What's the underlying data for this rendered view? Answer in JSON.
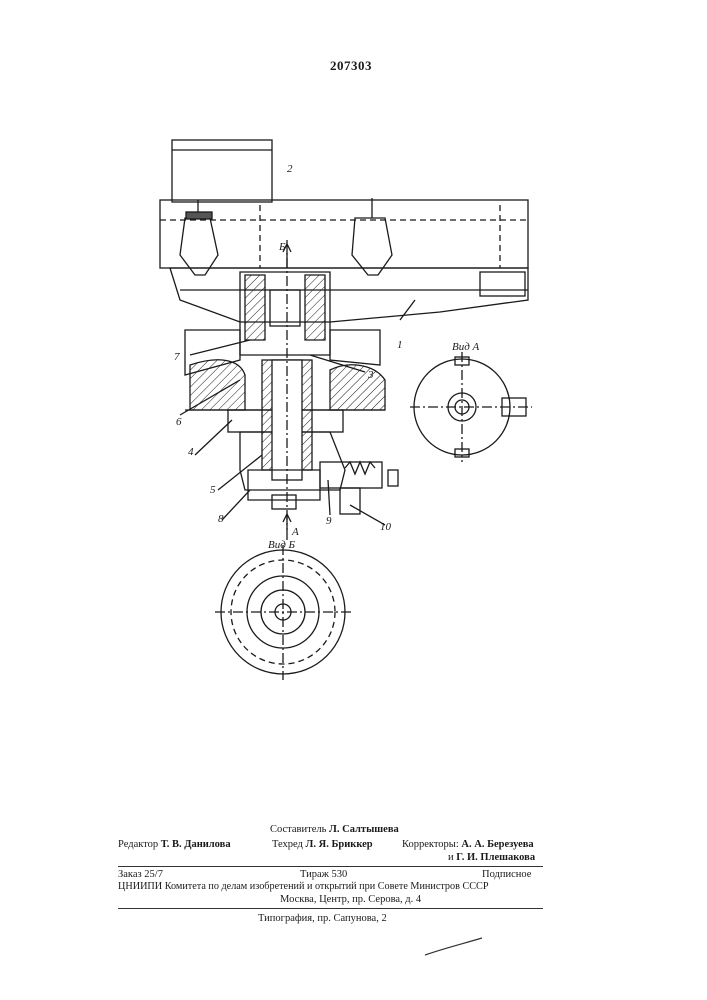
{
  "header": {
    "patent_number": "207303"
  },
  "figure": {
    "part_labels": [
      "1",
      "2",
      "3",
      "4",
      "5",
      "6",
      "7",
      "8",
      "9",
      "10"
    ],
    "view_labels": {
      "view_a": "Вид А",
      "view_b": "Вид Б",
      "arrow_a": "А",
      "arrow_b": "Б"
    }
  },
  "imprint": {
    "compiler_label": "Составитель",
    "compiler_name": "Л. Салтышева",
    "editor_label": "Редактор",
    "editor_name": "Т. В. Данилова",
    "techred_label": "Техред",
    "techred_name": "Л. Я. Бриккер",
    "correctors_label": "Корректоры:",
    "corrector1": "А. А. Березуева",
    "corrector2_prefix": "и",
    "corrector2": "Г. И. Плешакова",
    "order": "Заказ 25/7",
    "print_run": "Тираж 530",
    "subscription": "Подписное",
    "institute_line": "ЦНИИПИ Комитета по делам изобретений и открытий при Совете Министров СССР",
    "address_line": "Москва, Центр, пр. Серова, д. 4",
    "typography_line": "Типография, пр. Сапунова, 2"
  }
}
